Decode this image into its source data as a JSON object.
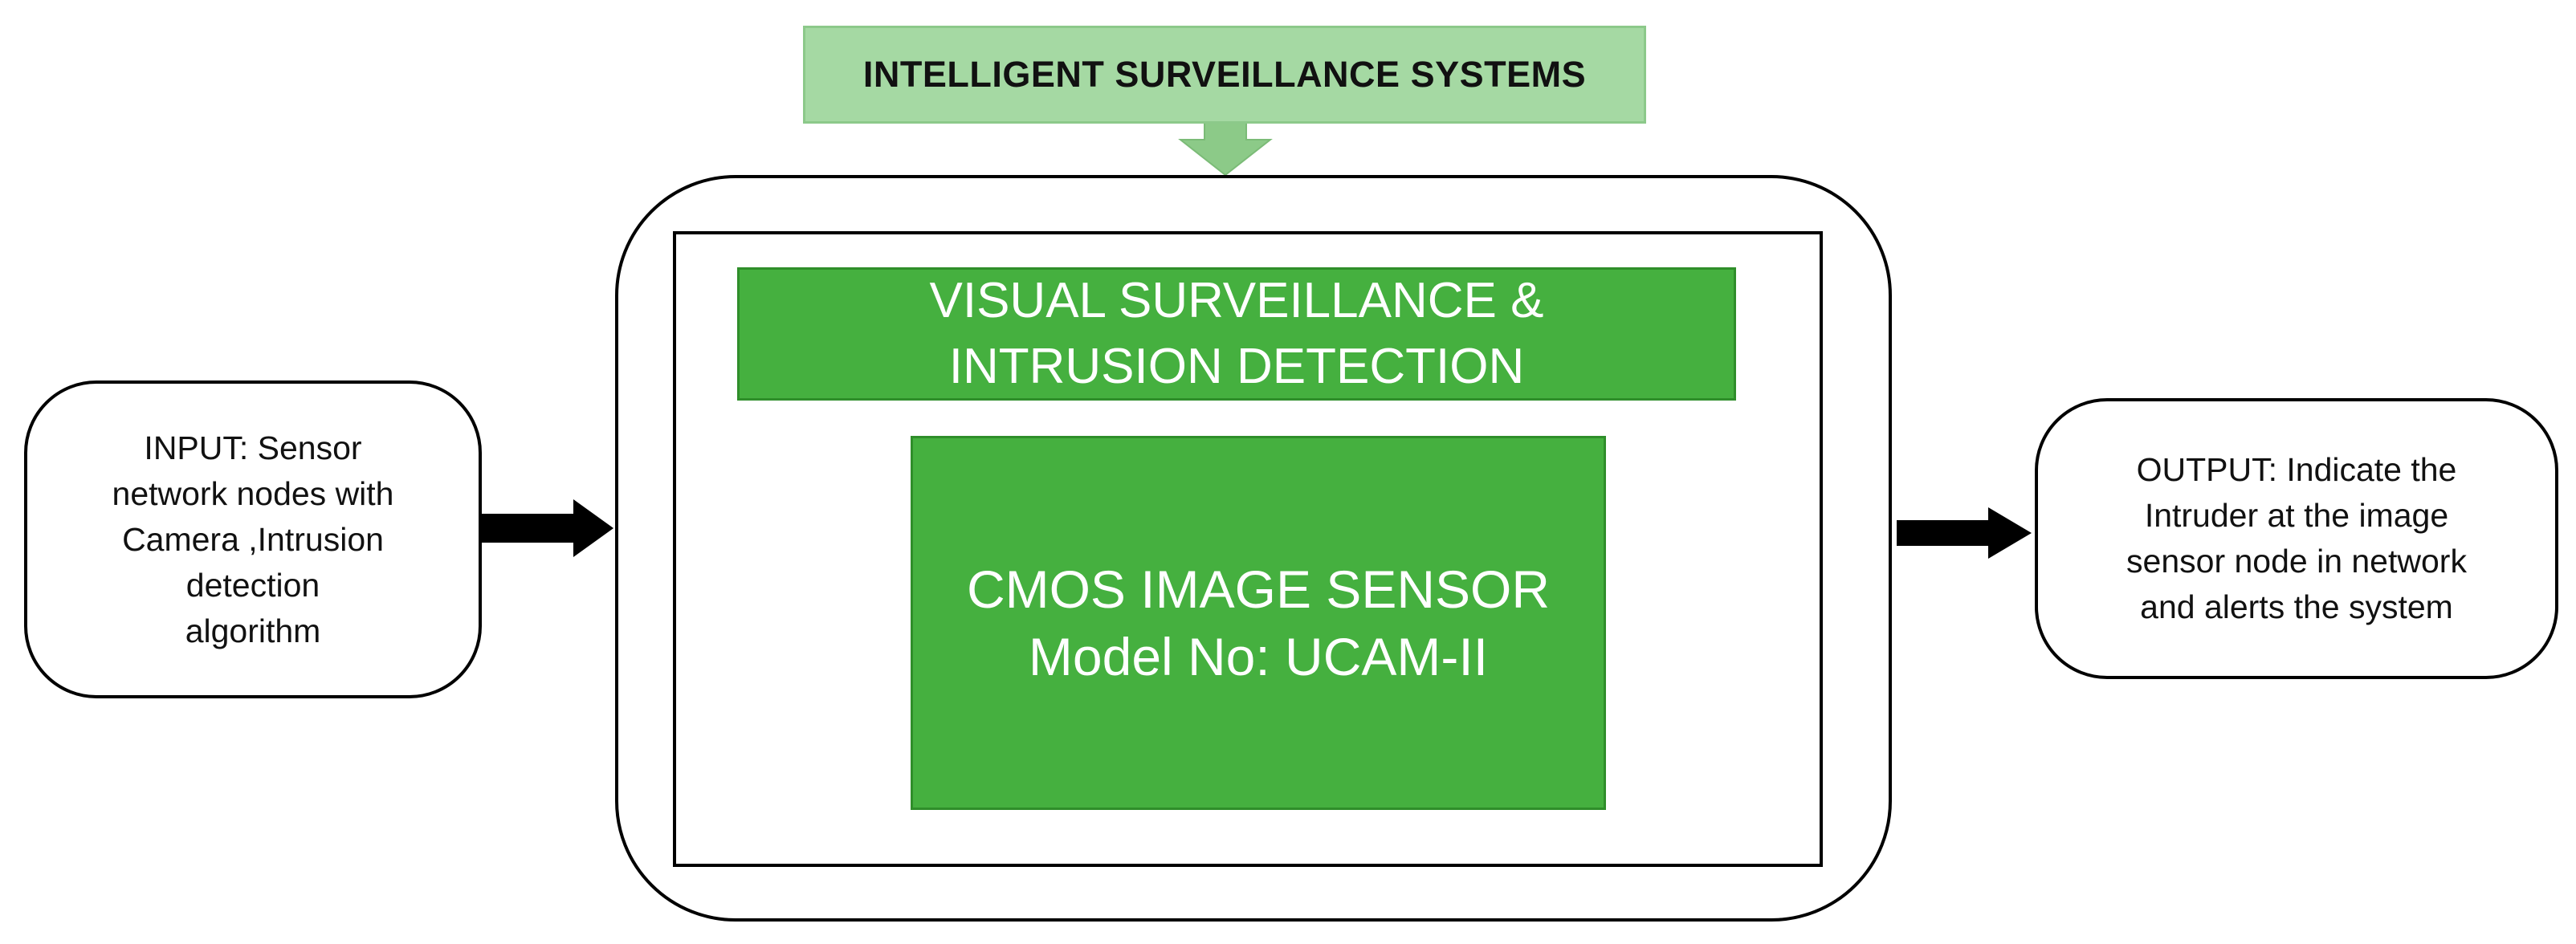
{
  "title": "INTELLIGENT SURVEILLANCE SYSTEMS",
  "visual_block": "VISUAL SURVEILLANCE &\nINTRUSION DETECTION",
  "sensor_block": "CMOS IMAGE SENSOR\nModel No: UCAM-II",
  "input_block": "INPUT: Sensor\nnetwork nodes with\nCamera ,Intrusion\ndetection\nalgorithm",
  "output_block": "OUTPUT: Indicate the\nIntruder at the image\nsensor node in network\nand alerts the system",
  "colors": {
    "title_fill": "#a5d9a3",
    "block_fill": "#45b03f",
    "arrow_fill": "#000000",
    "title_arrow_fill": "#8cca88"
  }
}
